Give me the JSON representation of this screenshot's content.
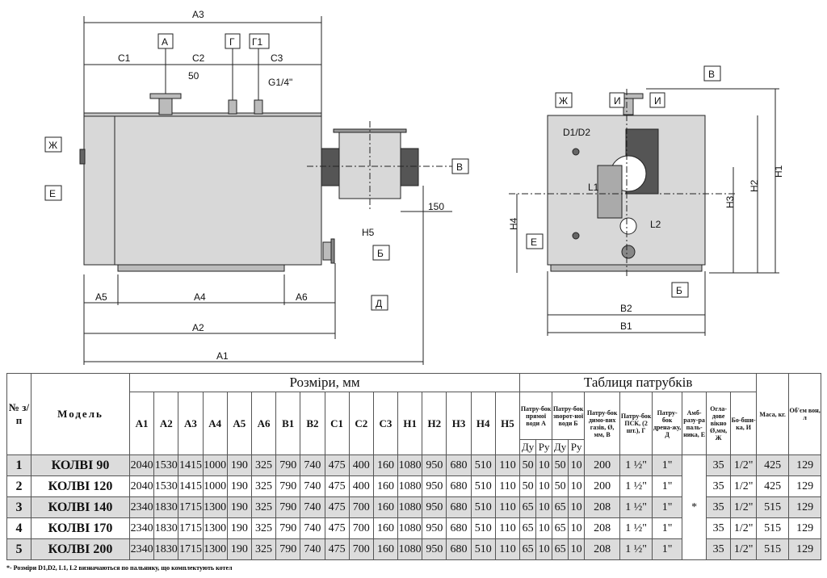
{
  "drawing": {
    "front_labels": {
      "A3": "А3",
      "C1": "С1",
      "C2": "С2",
      "C3": "С3",
      "A": "А",
      "G": "Г",
      "G1": "Г1",
      "d50": "50",
      "g14": "G1/4\"",
      "Zh": "Ж",
      "E": "Е",
      "V": "В",
      "d150": "150",
      "H5": "Н5",
      "B": "Б",
      "D": "Д",
      "A5": "А5",
      "A4": "А4",
      "A6": "А6",
      "A2": "А2",
      "A1": "А1"
    },
    "side_labels": {
      "Zh": "Ж",
      "I1": "И",
      "I2": "И",
      "V": "В",
      "D1D2": "D1/D2",
      "L1": "L1",
      "L2": "L2",
      "E": "Е",
      "B": "Б",
      "H1": "Н1",
      "H2": "Н2",
      "H3": "Н3",
      "H4": "Н4",
      "B2": "В2",
      "B1": "В1"
    }
  },
  "table": {
    "no_header": "№ з/п",
    "model_header": "Модель",
    "dims_header": "Розміри, мм",
    "dims_cols": [
      "А1",
      "А2",
      "А3",
      "А4",
      "А5",
      "А6",
      "В1",
      "В2",
      "С1",
      "С2",
      "С3",
      "Н1",
      "Н2",
      "Н3",
      "Н4",
      "Н5"
    ],
    "nozzles_header": "Таблиця патрубків",
    "nozzle_a": "Патру-бок прямої води А",
    "nozzle_b": "Патру-бок зворот-ної води Б",
    "nozzle_v": "Патру-бок димо-вих газів, Ø, мм, В",
    "nozzle_g": "Патру-бок ПСК, (2 шт.), Г",
    "nozzle_d": "Патру-бок дрена-жу, Д",
    "nozzle_e": "Амб-разу-ра паль-ника, Е",
    "nozzle_zh": "Огла-дове вікно Ø,мм, Ж",
    "nozzle_i": "Бо-бши-ка, И",
    "du": "Ду",
    "ru": "Ру",
    "mass_header": "Маса, кг.",
    "volume_header": "Об'єм вон, л",
    "burner_mark": "*",
    "rows": [
      {
        "no": "1",
        "model": "КОЛВІ 90",
        "dims": [
          "2040",
          "1530",
          "1415",
          "1000",
          "190",
          "325",
          "790",
          "740",
          "475",
          "400",
          "160",
          "1080",
          "950",
          "680",
          "510",
          "110"
        ],
        "a_du": "50",
        "a_ru": "10",
        "b_du": "50",
        "b_ru": "10",
        "v": "200",
        "g": "1 ½\"",
        "d": "1\"",
        "zh": "35",
        "i": "1/2\"",
        "mass": "425",
        "volume": "129"
      },
      {
        "no": "2",
        "model": "КОЛВІ 120",
        "dims": [
          "2040",
          "1530",
          "1415",
          "1000",
          "190",
          "325",
          "790",
          "740",
          "475",
          "400",
          "160",
          "1080",
          "950",
          "680",
          "510",
          "110"
        ],
        "a_du": "50",
        "a_ru": "10",
        "b_du": "50",
        "b_ru": "10",
        "v": "200",
        "g": "1 ½\"",
        "d": "1\"",
        "zh": "35",
        "i": "1/2\"",
        "mass": "425",
        "volume": "129"
      },
      {
        "no": "3",
        "model": "КОЛВІ 140",
        "dims": [
          "2340",
          "1830",
          "1715",
          "1300",
          "190",
          "325",
          "790",
          "740",
          "475",
          "700",
          "160",
          "1080",
          "950",
          "680",
          "510",
          "110"
        ],
        "a_du": "65",
        "a_ru": "10",
        "b_du": "65",
        "b_ru": "10",
        "v": "208",
        "g": "1 ½\"",
        "d": "1\"",
        "zh": "35",
        "i": "1/2\"",
        "mass": "515",
        "volume": "129"
      },
      {
        "no": "4",
        "model": "КОЛВІ 170",
        "dims": [
          "2340",
          "1830",
          "1715",
          "1300",
          "190",
          "325",
          "790",
          "740",
          "475",
          "700",
          "160",
          "1080",
          "950",
          "680",
          "510",
          "110"
        ],
        "a_du": "65",
        "a_ru": "10",
        "b_du": "65",
        "b_ru": "10",
        "v": "208",
        "g": "1 ½\"",
        "d": "1\"",
        "zh": "35",
        "i": "1/2\"",
        "mass": "515",
        "volume": "129"
      },
      {
        "no": "5",
        "model": "КОЛВІ 200",
        "dims": [
          "2340",
          "1830",
          "1715",
          "1300",
          "190",
          "325",
          "790",
          "740",
          "475",
          "700",
          "160",
          "1080",
          "950",
          "680",
          "510",
          "110"
        ],
        "a_du": "65",
        "a_ru": "10",
        "b_du": "65",
        "b_ru": "10",
        "v": "208",
        "g": "1 ½\"",
        "d": "1\"",
        "zh": "35",
        "i": "1/2\"",
        "mass": "515",
        "volume": "129"
      }
    ],
    "footnote": "*- Розміри D1,D2, L1, L2 визначаються по пальнику, що комплектують котел"
  }
}
